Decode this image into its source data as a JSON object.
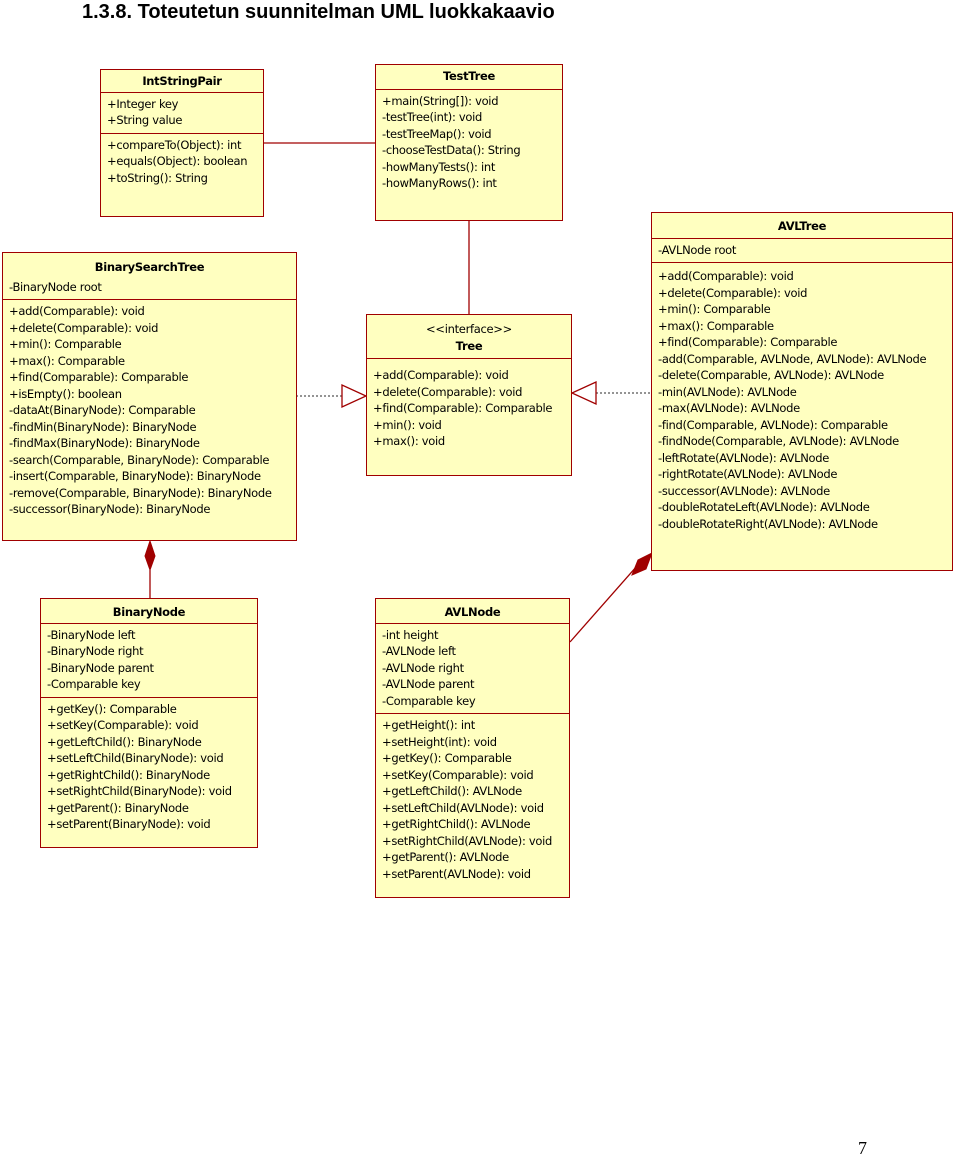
{
  "page": {
    "title": "1.3.8. Toteutetun suunnitelman UML luokkakaavio",
    "page_number": "7"
  },
  "classes": {
    "intstringpair": {
      "name": "IntStringPair",
      "attributes": [
        "+Integer key",
        "+String value"
      ],
      "operations": [
        "+compareTo(Object): int",
        "+equals(Object): boolean",
        "+toString(): String"
      ]
    },
    "testtree": {
      "name": "TestTree",
      "operations": [
        "+main(String[]): void",
        "-testTree(int): void",
        "-testTreeMap(): void",
        "-chooseTestData(): String",
        "-howManyTests(): int",
        "-howManyRows(): int"
      ]
    },
    "binarysearchtree": {
      "name": "BinarySearchTree",
      "attributes": [
        "-BinaryNode root"
      ],
      "operations": [
        "+add(Comparable): void",
        "+delete(Comparable): void",
        "+min(): Comparable",
        "+max(): Comparable",
        "+find(Comparable): Comparable",
        "+isEmpty(): boolean",
        "-dataAt(BinaryNode): Comparable",
        "-findMin(BinaryNode): BinaryNode",
        "-findMax(BinaryNode): BinaryNode",
        "-search(Comparable, BinaryNode): Comparable",
        "-insert(Comparable, BinaryNode): BinaryNode",
        "-remove(Comparable, BinaryNode): BinaryNode",
        "-successor(BinaryNode): BinaryNode"
      ]
    },
    "tree": {
      "stereotype": "<<interface>>",
      "name": "Tree",
      "operations": [
        "+add(Comparable): void",
        "+delete(Comparable): void",
        "+find(Comparable): Comparable",
        "+min(): void",
        "+max(): void"
      ]
    },
    "avltree": {
      "name": "AVLTree",
      "attributes": [
        "-AVLNode root"
      ],
      "operations": [
        "+add(Comparable): void",
        "+delete(Comparable): void",
        "+min(): Comparable",
        "+max(): Comparable",
        "+find(Comparable): Comparable",
        "-add(Comparable, AVLNode, AVLNode): AVLNode",
        "-delete(Comparable, AVLNode): AVLNode",
        "-min(AVLNode): AVLNode",
        "-max(AVLNode): AVLNode",
        "-find(Comparable, AVLNode): Comparable",
        "-findNode(Comparable, AVLNode): AVLNode",
        "-leftRotate(AVLNode): AVLNode",
        "-rightRotate(AVLNode): AVLNode",
        "-successor(AVLNode): AVLNode",
        "-doubleRotateLeft(AVLNode): AVLNode",
        "-doubleRotateRight(AVLNode): AVLNode"
      ]
    },
    "binarynode": {
      "name": "BinaryNode",
      "attributes": [
        "-BinaryNode left",
        "-BinaryNode right",
        "-BinaryNode parent",
        "-Comparable key"
      ],
      "operations": [
        "+getKey(): Comparable",
        "+setKey(Comparable): void",
        "+getLeftChild(): BinaryNode",
        "+setLeftChild(BinaryNode): void",
        "+getRightChild(): BinaryNode",
        "+setRightChild(BinaryNode): void",
        "+getParent(): BinaryNode",
        "+setParent(BinaryNode): void"
      ]
    },
    "avlnode": {
      "name": "AVLNode",
      "attributes": [
        "-int height",
        "-AVLNode left",
        "-AVLNode right",
        "-AVLNode parent",
        "-Comparable key"
      ],
      "operations": [
        "+getHeight(): int",
        "+setHeight(int): void",
        "+getKey(): Comparable",
        "+setKey(Comparable): void",
        "+getLeftChild(): AVLNode",
        "+setLeftChild(AVLNode): void",
        "+getRightChild(): AVLNode",
        "+setRightChild(AVLNode): void",
        "+getParent(): AVLNode",
        "+setParent(AVLNode): void"
      ]
    }
  },
  "colors": {
    "box_fill": "#ffffc0",
    "box_border": "#a00000",
    "connector": "#a00000"
  }
}
